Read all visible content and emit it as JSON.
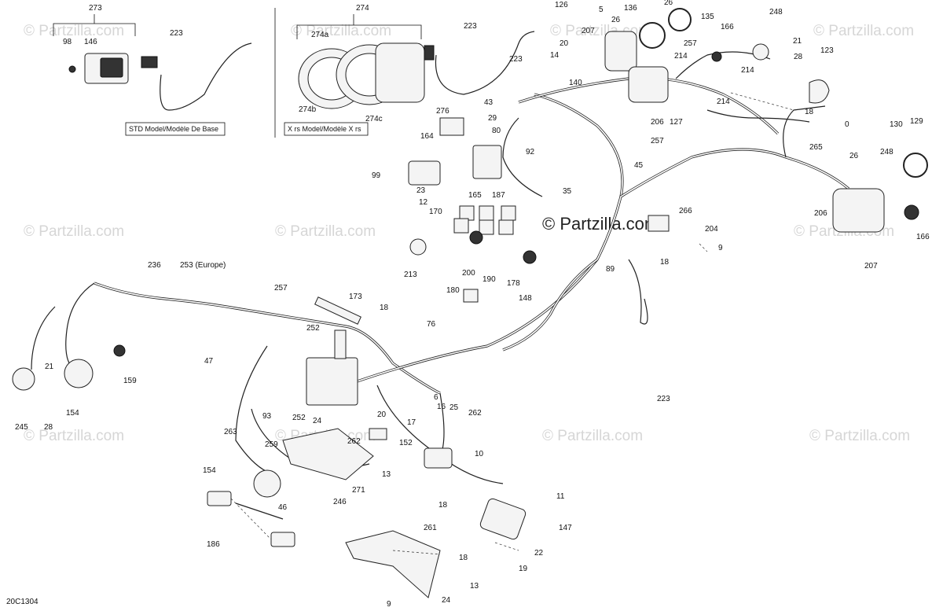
{
  "diagram": {
    "callouts": [
      "273",
      "98",
      "146",
      "223",
      "274",
      "274a",
      "274b",
      "274c",
      "223",
      "126",
      "20",
      "14",
      "5",
      "207",
      "140",
      "136",
      "26",
      "26",
      "135",
      "166",
      "257",
      "248",
      "21",
      "28",
      "123",
      "214",
      "214",
      "214",
      "206",
      "127",
      "0",
      "18",
      "265",
      "130",
      "129",
      "26",
      "248",
      "206",
      "166",
      "207",
      "223",
      "276",
      "43",
      "29",
      "80",
      "164",
      "92",
      "99",
      "23",
      "12",
      "165",
      "187",
      "35",
      "45",
      "170",
      "257",
      "266",
      "204",
      "9",
      "18",
      "213",
      "200",
      "190",
      "178",
      "148",
      "89",
      "180",
      "236",
      "253 (Europe)",
      "257",
      "173",
      "18",
      "47",
      "76",
      "223",
      "21",
      "159",
      "28",
      "245",
      "154",
      "252",
      "93",
      "252",
      "24",
      "6",
      "25",
      "20",
      "17",
      "152",
      "16",
      "262",
      "10",
      "262",
      "263",
      "259",
      "13",
      "271",
      "154",
      "246",
      "46",
      "186",
      "18",
      "261",
      "11",
      "147",
      "22",
      "18",
      "19",
      "13",
      "24",
      "9"
    ],
    "box_labels": {
      "std": "STD Model/Modèle De Base",
      "xrs": "X rs Model/Modèle X rs"
    },
    "watermark": "© Partzilla.com",
    "center_watermark": "© Partzilla.com",
    "drawing_code": "20C1304"
  }
}
